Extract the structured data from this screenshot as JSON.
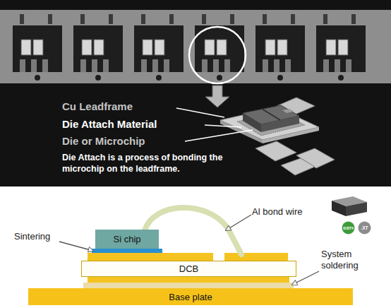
{
  "diagram": {
    "nodes": [
      {
        "text": [
          "IGBT4"
        ]
      },
      {
        "text": [
          ".XT"
        ]
      },
      {
        "text": [
          "Si chip"
        ]
      },
      {
        "text": [
          "DCB"
        ]
      },
      {
        "text": [
          "Base plate"
        ]
      }
    ],
    "labels": [
      "Cu Leadframe",
      "Die Attach Material",
      "Die or Microchip",
      "Die Attach is a process of bonding the microchip on the leadframe.",
      "Al bond wire",
      "Sintering",
      "System soldering"
    ]
  }
}
